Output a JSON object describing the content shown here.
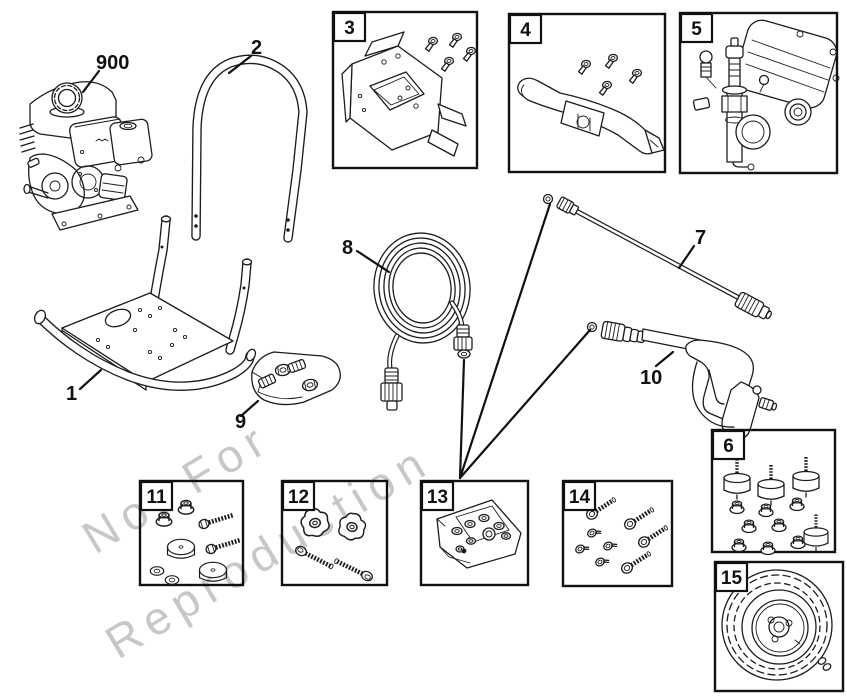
{
  "watermark": {
    "line1": "Not For",
    "line2": "Reproduction"
  },
  "callouts": {
    "frame": {
      "label": "1"
    },
    "handle": {
      "label": "2"
    },
    "engine": {
      "label": "900"
    },
    "wand": {
      "label": "7"
    },
    "hose": {
      "label": "8"
    },
    "fitting_kit": {
      "label": "9"
    },
    "gun": {
      "label": "10"
    }
  },
  "part_boxes": {
    "bracket": {
      "num": "3"
    },
    "panel": {
      "num": "4"
    },
    "pump": {
      "num": "5"
    },
    "mount_kit": {
      "num": "6"
    },
    "hardware_kit": {
      "num": "11"
    },
    "knob_kit": {
      "num": "12"
    },
    "oring_kit": {
      "num": "13"
    },
    "screw_kit": {
      "num": "14"
    },
    "wheel": {
      "num": "15"
    }
  },
  "colors": {
    "line": "#1c1c1c",
    "watermark": "#c7c7c7",
    "background": "#ffffff"
  }
}
